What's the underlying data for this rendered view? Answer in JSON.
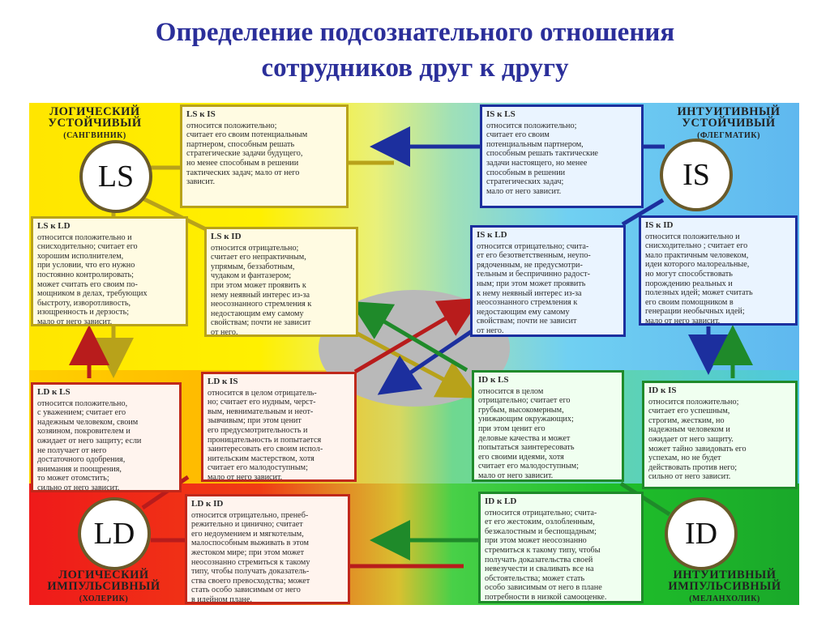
{
  "title": {
    "line1": "Определение подсознательного отношения",
    "line2": "сотрудников друг к другу"
  },
  "types": {
    "ls": {
      "code": "LS",
      "line1": "ЛОГИЧЕСКИЙ",
      "line2": "УСТОЙЧИВЫЙ",
      "temperament": "(САНГВИНИК)"
    },
    "is": {
      "code": "IS",
      "line1": "ИНТУИТИВНЫЙ",
      "line2": "УСТОЙЧИВЫЙ",
      "temperament": "(ФЛЕГМАТИК)"
    },
    "ld": {
      "code": "LD",
      "line1": "ЛОГИЧЕСКИЙ",
      "line2": "ИМПУЛЬСИВНЫЙ",
      "temperament": "(ХОЛЕРИК)"
    },
    "id": {
      "code": "ID",
      "line1": "ИНТУИТИВНЫЙ",
      "line2": "ИМПУЛЬСИВНЫЙ",
      "temperament": "(МЕЛАНХОЛИК)"
    }
  },
  "boxes": {
    "ls_is": {
      "head": "LS к IS",
      "body": "относится положительно;\nсчитает его своим потенциальным\nпартнером, способным решать\nстратегические задачи будущего,\nно менее способным в решении\nтактических задач; мало от него\nзависит."
    },
    "is_ls": {
      "head": "IS к LS",
      "body": "относится положительно;\nсчитает его своим\nпотенциальным партнером,\nспособным решать тактические\nзадачи настоящего, но менее\nспособным в решении\nстратегических задач;\nмало от него зависит."
    },
    "ls_ld": {
      "head": "LS к LD",
      "body": "относится положительно и\nснисходительно; считает его\nхорошим исполнителем,\nпри условии, что его нужно\nпостоянно контролировать;\nможет считать его своим по-\nмощником в делах, требующих\nбыстроту, изворотливость,\nизощренность и дерзость;\nмало от него зависит."
    },
    "ls_id": {
      "head": "LS к ID",
      "body": "относится отрицательно;\nсчитает его непрактичным,\nупрямым, беззаботным,\nчудаком и фантазером;\nпри этом может проявить к\nнему неявный интерес из-за\nнеосознанного стремления к\nнедостающим ему самому\nсвойствам; почти не зависит\nот него."
    },
    "is_ld": {
      "head": "IS к LD",
      "body": "относится отрицательно; счита-\nет его безответственным, неупо-\nрядоченным, не предусмотри-\nтельным и беспричинно радост-\nным; при этом может проявить\nк нему неявный интерес из-за\nнеосознанного стремления к\nнедостающим ему самому\nсвойствам; почти не зависит\nот него."
    },
    "is_id": {
      "head": "IS к ID",
      "body": "относится положительно и\nснисходительно ; считает его\nмало практичным человеком,\nидеи которого малореальные,\nно могут способствовать\nпорождению реальных и\nполезных идей; может считать\nего своим помощником в\nгенерации необычных идей;\nмало от него зависит."
    },
    "ld_ls": {
      "head": "LD к LS",
      "body": "относится положительно,\nс уважением; считает его\nнадежным человеком, своим\nхозяином, покровителем и\nожидает от него защиту; если\nне получает от него\nдостаточного одобрения,\nвнимания и поощрения,\nто может отомстить;\nсильно от него зависит."
    },
    "ld_is": {
      "head": "LD к IS",
      "body": "относится в целом отрицатель-\nно; считает его нудным, черст-\nвым, невнимательным и неот-\nзывчивым; при этом ценит\nего предусмотрительность и\nпроницательность и попытается\nзаинтересовать его своим испол-\nнительским мастерством, хотя\nсчитает его малодоступным;\nмало от него зависит."
    },
    "id_ls": {
      "head": "ID к LS",
      "body": "относится в целом\nотрицательно;  считает его\nгрубым, высокомерным,\nунижающим окружающих;\nпри этом ценит его\nделовые качества и может\nпопытаться заинтересовать\nего своими идеями, хотя\nсчитает его малодоступным;\nмало от него зависит."
    },
    "id_is": {
      "head": "ID к IS",
      "body": "относится положительно;\nсчитает его успешным,\nстрогим, жестким,  но\nнадежным человеком и\nожидает от него защиту.\nможет тайно завидовать его\nуспехам, но не будет\nдействовать против него;\nсильно от него зависит."
    },
    "ld_id": {
      "head": "LD к ID",
      "body": "относится отрицательно, пренеб-\nрежительно и цинично; считает\nего недоумением и мягкотелым,\nмалоспособным выживать в этом\nжестоком мире; при этом может\nнеосознанно стремиться к такому\nтипу, чтобы получать доказатель-\nства своего превосходства; может\nстать особо зависимым от него\nв идейном плане."
    },
    "id_ld": {
      "head": "ID к LD",
      "body": "относится  отрицательно; счита-\nет его жестоким, озлобленным,\nбезжалостным и беспощадным;\nпри этом может неосознанно\nстремиться к такому типу, чтобы\nполучать доказательства своей\nневезучести и сваливать все на\nобстоятельства; может стать\nособо зависимым от него в плане\nпотребности в низкой самооценке."
    }
  },
  "colors": {
    "title": "#2b2f9a",
    "ls_arrow": "#b8a21a",
    "is_arrow": "#1c2f9e",
    "ld_arrow": "#b81c1c",
    "id_arrow": "#1f8a2a",
    "center_ellipse": "#b9b9b9"
  }
}
